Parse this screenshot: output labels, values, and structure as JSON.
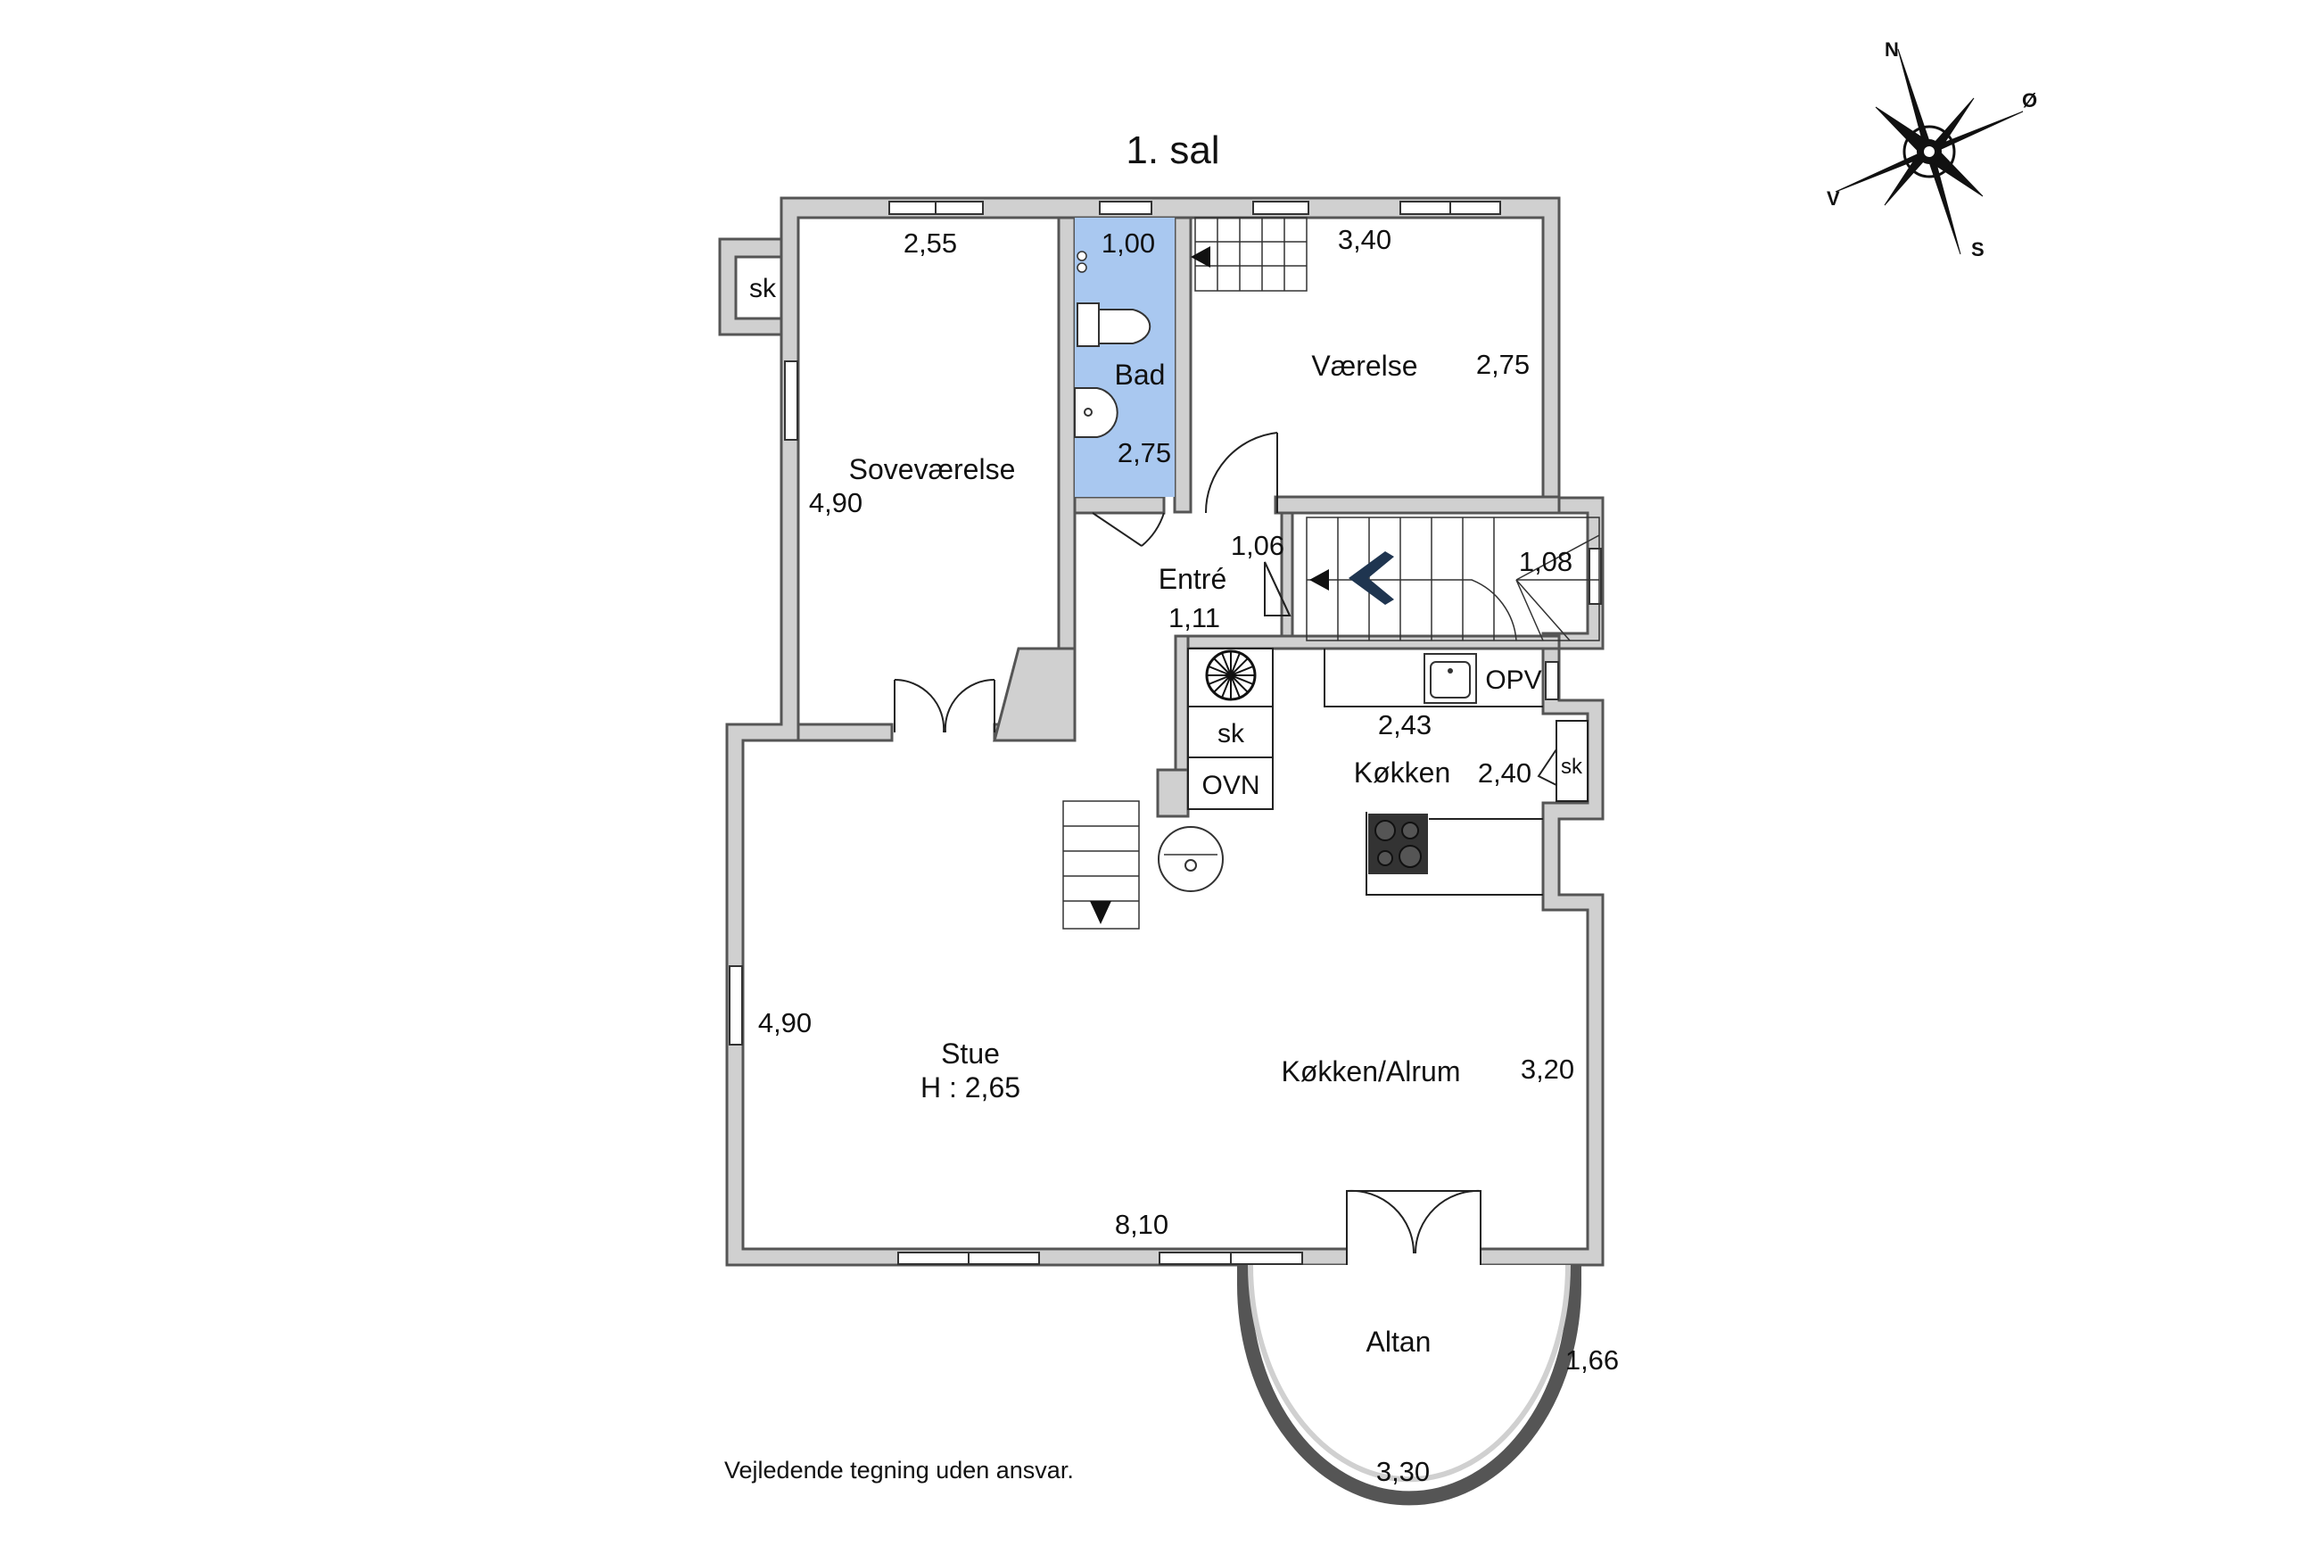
{
  "title": "1. sal",
  "disclaimer": "Vejledende tegning uden ansvar.",
  "compass": {
    "n": "N",
    "o": "Ø",
    "s": "S",
    "v": "V"
  },
  "colors": {
    "wall": "#d0d0d0",
    "bathroom": "#a9c8f0",
    "wall_stroke": "#555555",
    "stair_arrow": "#1f3550"
  },
  "rooms": {
    "sovevaerelse": "Soveværelse",
    "bad": "Bad",
    "vaerelse": "Værelse",
    "entre": "Entré",
    "koekken": "Køkken",
    "stue": "Stue",
    "stue_height": "H : 2,65",
    "koekken_alrum": "Køkken/Alrum",
    "altan": "Altan"
  },
  "fixtures": {
    "sk_bedroom": "sk",
    "sk_kitchen": "sk",
    "sk_kitchen_right": "sk",
    "ovn": "OVN",
    "opv": "OPV"
  },
  "dimensions": {
    "bed_width": "2,55",
    "bed_length": "4,90",
    "bath_width": "1,00",
    "bath_length": "2,75",
    "room_width": "3,40",
    "room_length": "2,75",
    "entre_a": "1,06",
    "entre_b": "1,11",
    "stair": "1,08",
    "kitchen_width": "2,43",
    "kitchen_length": "2,40",
    "stue_length": "4,90",
    "total_width": "8,10",
    "alrum_length": "3,20",
    "altan_depth": "1,66",
    "altan_width": "3,30"
  }
}
